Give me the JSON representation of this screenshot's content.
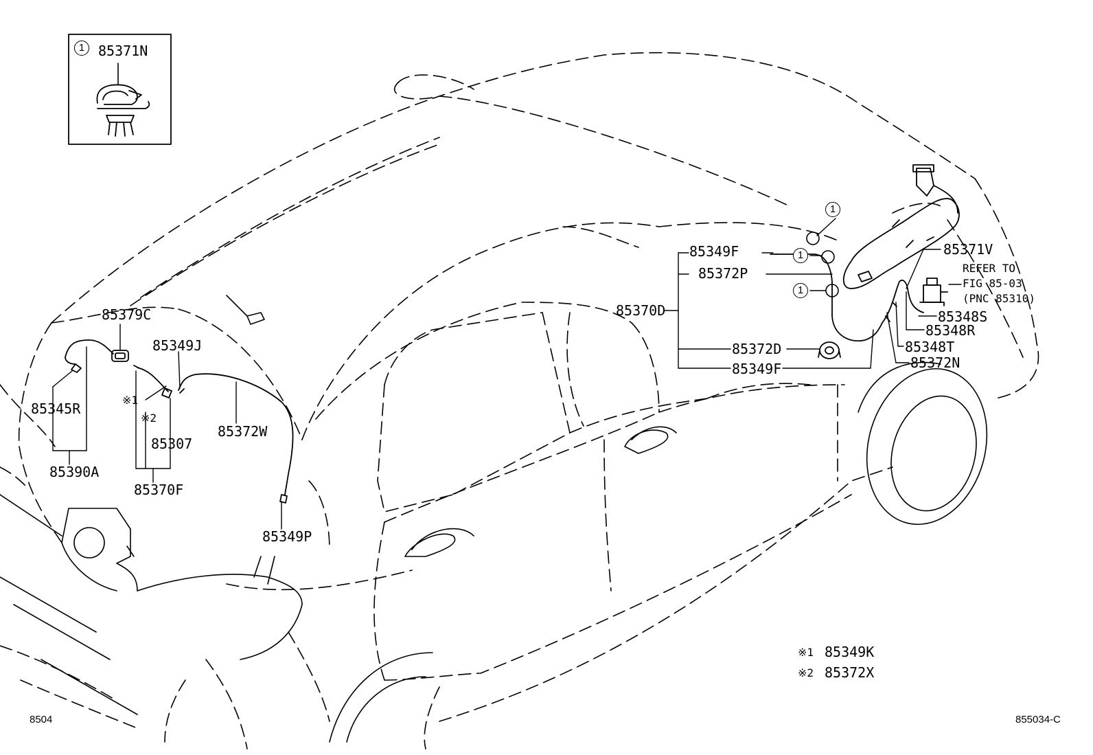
{
  "callout_symbol": "1",
  "inset": {
    "part": "85371N"
  },
  "parts": {
    "p85379C": "85379C",
    "p85349J": "85349J",
    "p85345R": "85345R",
    "p85390A": "85390A",
    "note1_mark": "※1",
    "note2_mark": "※2",
    "p85307": "85307",
    "p85370F": "85370F",
    "p85372W": "85372W",
    "p85349P": "85349P",
    "p85349F_top": "85349F",
    "p85372P": "85372P",
    "p85370D": "85370D",
    "p85372D": "85372D",
    "p85349F_bottom": "85349F",
    "p85371V": "85371V",
    "refer_line1": "REFER TO",
    "refer_line2": "FIG 85-03",
    "refer_line3": "(PNC 85310)",
    "p85348S": "85348S",
    "p85348R": "85348R",
    "p85348T": "85348T",
    "p85372N": "85372N"
  },
  "notes": {
    "n1_mark": "※1",
    "n1_part": "85349K",
    "n2_mark": "※2",
    "n2_part": "85372X"
  },
  "footer": {
    "left": "8504",
    "right": "855034-C"
  }
}
